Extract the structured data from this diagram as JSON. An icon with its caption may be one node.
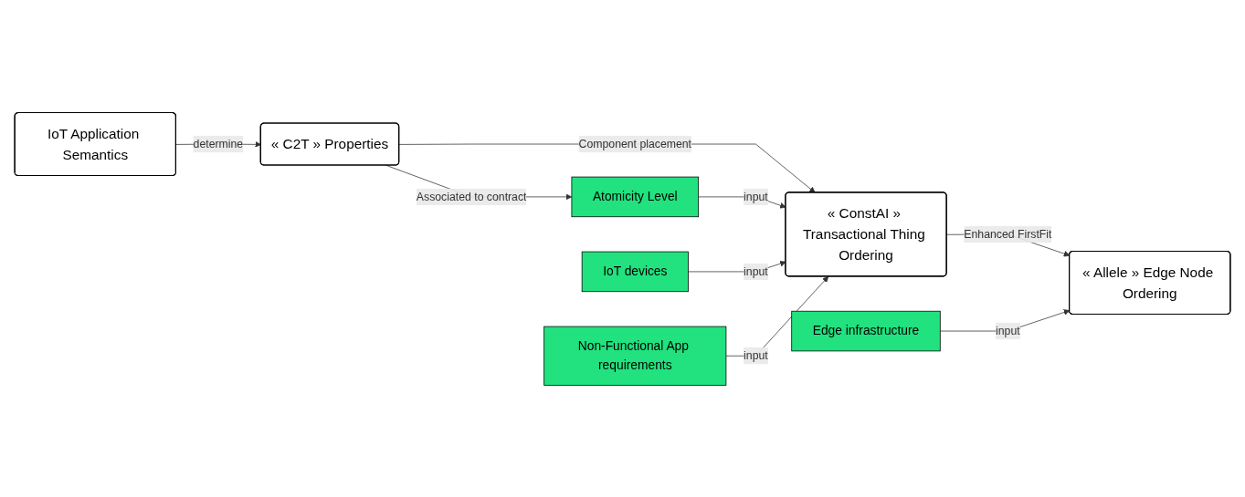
{
  "diagram": {
    "nodes": [
      {
        "text": [
          "IoT Application Semantics"
        ]
      },
      {
        "text": [
          "« C2T » Properties"
        ]
      },
      {
        "text": [
          "Atomicity Level"
        ]
      },
      {
        "text": [
          "IoT devices"
        ]
      },
      {
        "text": [
          "Non-Functional App requirements"
        ]
      },
      {
        "text": [
          "« ConstAI » Transactional Thing Ordering"
        ]
      },
      {
        "text": [
          "Edge infrastructure"
        ]
      },
      {
        "text": [
          "« Allele » Edge Node Ordering"
        ]
      }
    ],
    "edges": [
      {
        "from": 0,
        "to": 1,
        "arrow": "to",
        "label": "determine"
      },
      {
        "from": 1,
        "to": 2,
        "arrow": "to",
        "label": "Associated to contract"
      },
      {
        "from": 1,
        "to": 5,
        "arrow": "to",
        "label": "Component placement"
      },
      {
        "from": 2,
        "to": 5,
        "arrow": "to",
        "label": "input"
      },
      {
        "from": 3,
        "to": 5,
        "arrow": "to",
        "label": "input"
      },
      {
        "from": 4,
        "to": 5,
        "arrow": "to",
        "label": "input"
      },
      {
        "from": 5,
        "to": 7,
        "arrow": "to",
        "label": "Enhanced FirstFit"
      },
      {
        "from": 6,
        "to": 7,
        "arrow": "to",
        "label": "input"
      }
    ]
  }
}
